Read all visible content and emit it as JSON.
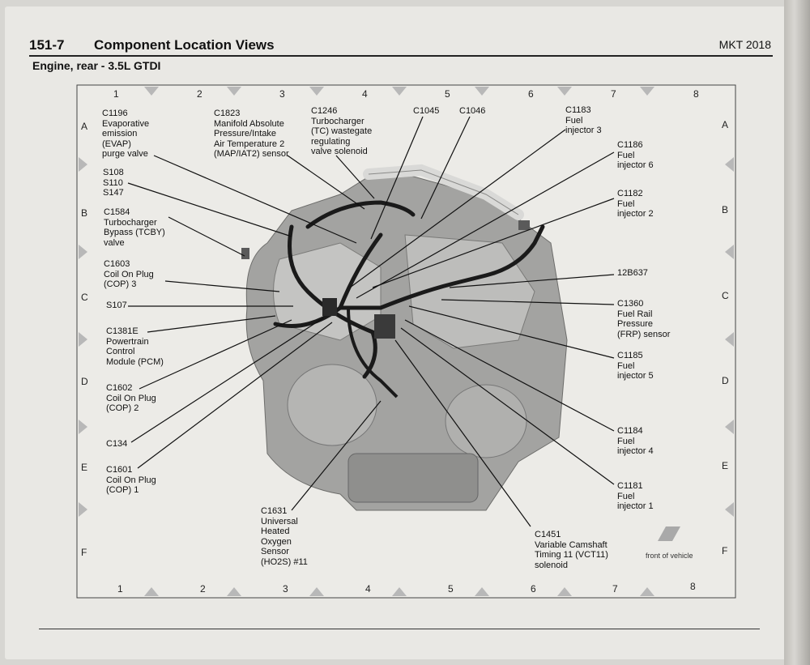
{
  "header": {
    "section": "151-7",
    "title": "Component Location Views",
    "model": "MKT 2018",
    "subtitle": "Engine, rear - 3.5L GTDI"
  },
  "grid": {
    "columns": [
      "1",
      "2",
      "3",
      "4",
      "5",
      "6",
      "7",
      "8"
    ],
    "rows": [
      "A",
      "B",
      "C",
      "D",
      "E",
      "F"
    ]
  },
  "labels": {
    "c1196": "C1196\nEvaporative\nemission\n(EVAP)\npurge valve",
    "c1823": "C1823\nManifold Absolute\nPressure/Intake\nAir Temperature 2\n(MAP/IAT2) sensor",
    "c1246": "C1246\nTurbocharger\n(TC) wastegate\nregulating\nvalve solenoid",
    "c1045": "C1045",
    "c1046": "C1046",
    "c1183": "C1183\nFuel\ninjector 3",
    "c1186": "C1186\nFuel\ninjector 6",
    "s108": "S108\nS110\nS147",
    "c1182": "C1182\nFuel\ninjector 2",
    "c1584": "C1584\nTurbocharger\nBypass (TCBY)\nvalve",
    "c1603": "C1603\nCoil On Plug\n(COP) 3",
    "p12b637": "12B637",
    "s107": "S107",
    "c1360": "C1360\nFuel Rail\nPressure\n(FRP) sensor",
    "c1381e": "C1381E\nPowertrain\nControl\nModule (PCM)",
    "c1185": "C1185\nFuel\ninjector 5",
    "c1602": "C1602\nCoil On Plug\n(COP) 2",
    "c1184": "C1184\nFuel\ninjector 4",
    "c134": "C134",
    "c1601": "C1601\nCoil On Plug\n(COP) 1",
    "c1181": "C1181\nFuel\ninjector 1",
    "c1631": "C1631\nUniversal\nHeated\nOxygen\nSensor\n(HO2S) #11",
    "c1451": "C1451\nVariable Camshaft\nTiming 11 (VCT11)\nsolenoid"
  },
  "front_of_vehicle": "front of vehicle",
  "colors": {
    "paper": "#e9e8e4",
    "ink": "#111111",
    "marker": "#b8b8b8",
    "engine": "#9a9a98"
  }
}
